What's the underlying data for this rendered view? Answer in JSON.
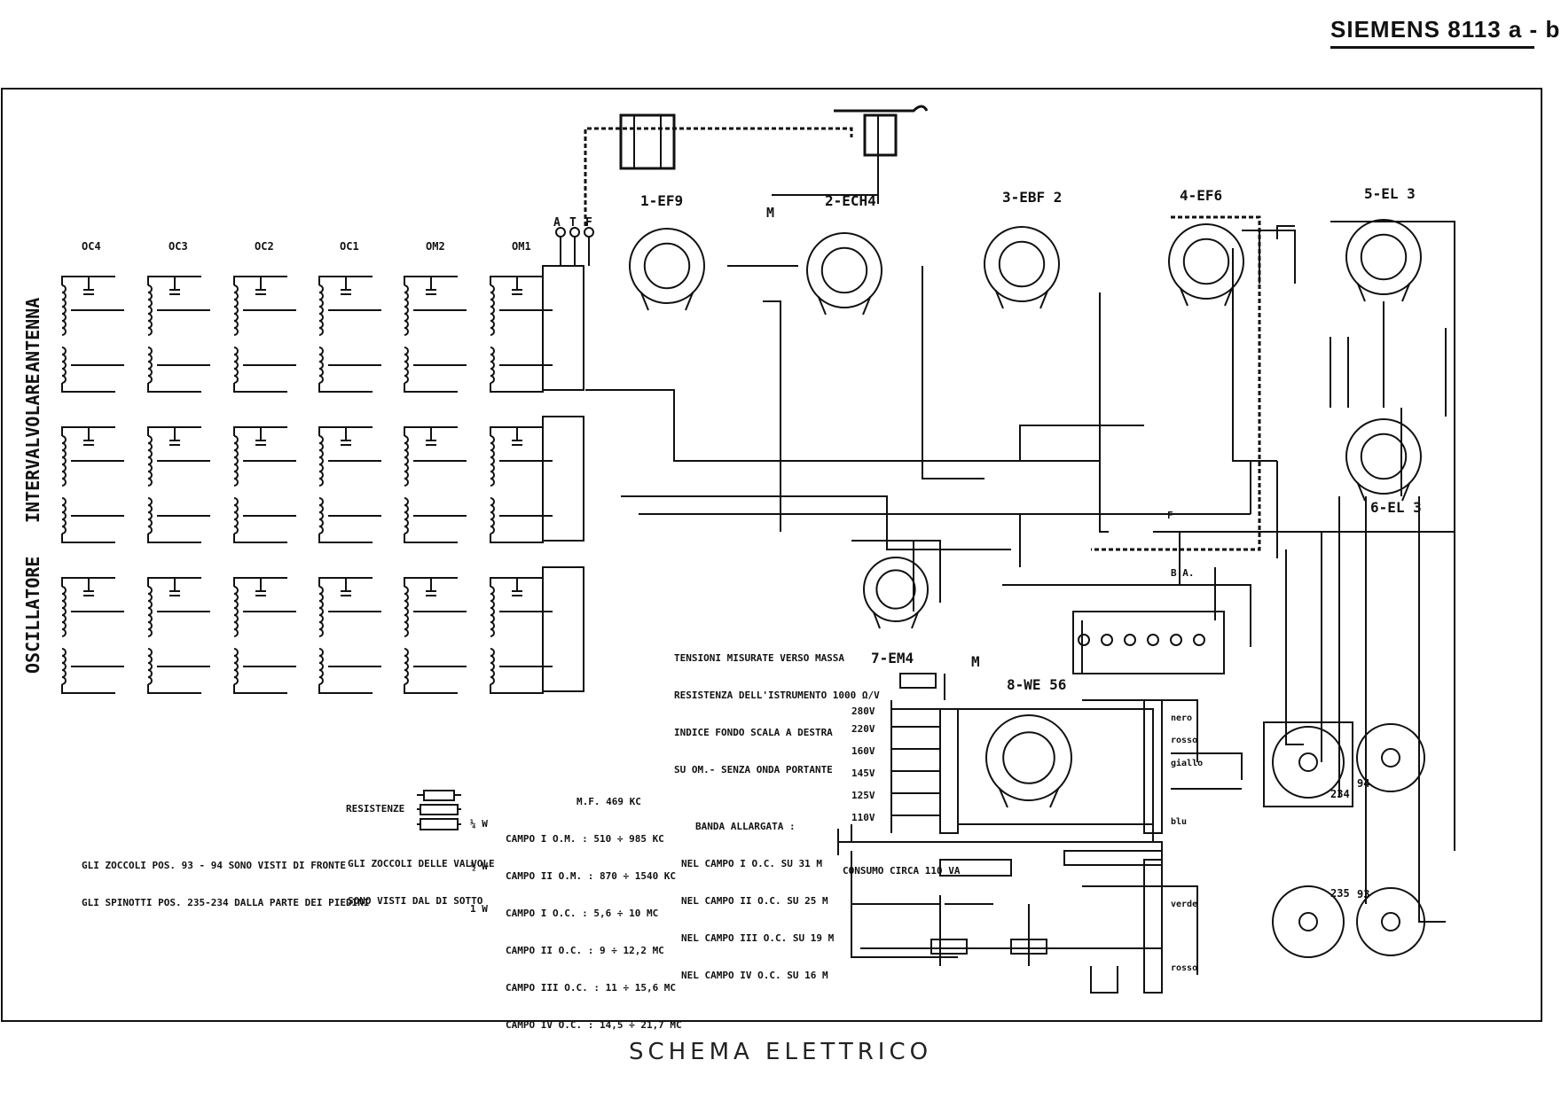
{
  "header": {
    "title": "SIEMENS 8113 a - b"
  },
  "footer": {
    "title": "SCHEMA ELETTRICO"
  },
  "bands": {
    "columns": [
      "OC4",
      "OC3",
      "OC2",
      "OC1",
      "OM2",
      "OM1"
    ],
    "rows": [
      "ANTENNA",
      "INTERVALVOLARE",
      "OSCILLATORE"
    ]
  },
  "connectors": {
    "a": "A",
    "t": "T",
    "f": "F",
    "m1": "M",
    "m2": "M",
    "ba": "B.A.",
    "f2": "F"
  },
  "tubes": {
    "t1": "1-EF9",
    "t2": "2-ECH4",
    "t3": "3-EBF 2",
    "t4": "4-EF6",
    "t5": "5-EL 3",
    "t6": "6-EL 3",
    "t7": "7-EM4",
    "t8": "8-WE 56"
  },
  "notes": {
    "voltages": [
      "TENSIONI MISURATE VERSO MASSA",
      "RESISTENZA DELL'ISTRUMENTO 1000 Ω/V",
      "INDICE FONDO SCALA A DESTRA",
      "SU OM.- SENZA ONDA PORTANTE"
    ],
    "resistors_label": "RESISTENZE",
    "resistor_watts": [
      "¼ W",
      "½ W",
      "1 W"
    ],
    "sockets_front": [
      "GLI ZOCCOLI POS. 93 - 94 SONO VISTI DI FRONTE",
      "GLI SPINOTTI POS. 235-234 DALLA PARTE DEI PIEDINI"
    ],
    "sockets_valves": [
      "GLI ZOCCOLI DELLE VALVOLE",
      "SONO VISTI DAL DI SOTTO"
    ],
    "fields": [
      "M.F. 469 KC",
      "CAMPO I O.M. : 510 ÷ 985 KC",
      "CAMPO II O.M. : 870 ÷ 1540 KC",
      "CAMPO I O.C. : 5,6 ÷ 10 MC",
      "CAMPO II O.C. : 9 ÷ 12,2 MC",
      "CAMPO III O.C. : 11 ÷ 15,6 MC",
      "CAMPO IV O.C. : 14,5 ÷ 21,7 MC"
    ],
    "band": [
      "BANDA ALLARGATA :",
      "NEL CAMPO I O.C. SU 31 M",
      "NEL CAMPO II O.C. SU 25 M",
      "NEL CAMPO III O.C. SU 19 M",
      "NEL CAMPO IV O.C. SU 16 M"
    ],
    "consumption": "CONSUMO CIRCA 110 VA"
  },
  "mains": [
    "280V",
    "220V",
    "160V",
    "145V",
    "125V",
    "110V"
  ],
  "wires": [
    "nero",
    "rosso",
    "giallo",
    "blu",
    "verde",
    "rosso"
  ],
  "sockets": {
    "s234": "234",
    "s94": "94",
    "s93": "93",
    "s235": "235"
  }
}
